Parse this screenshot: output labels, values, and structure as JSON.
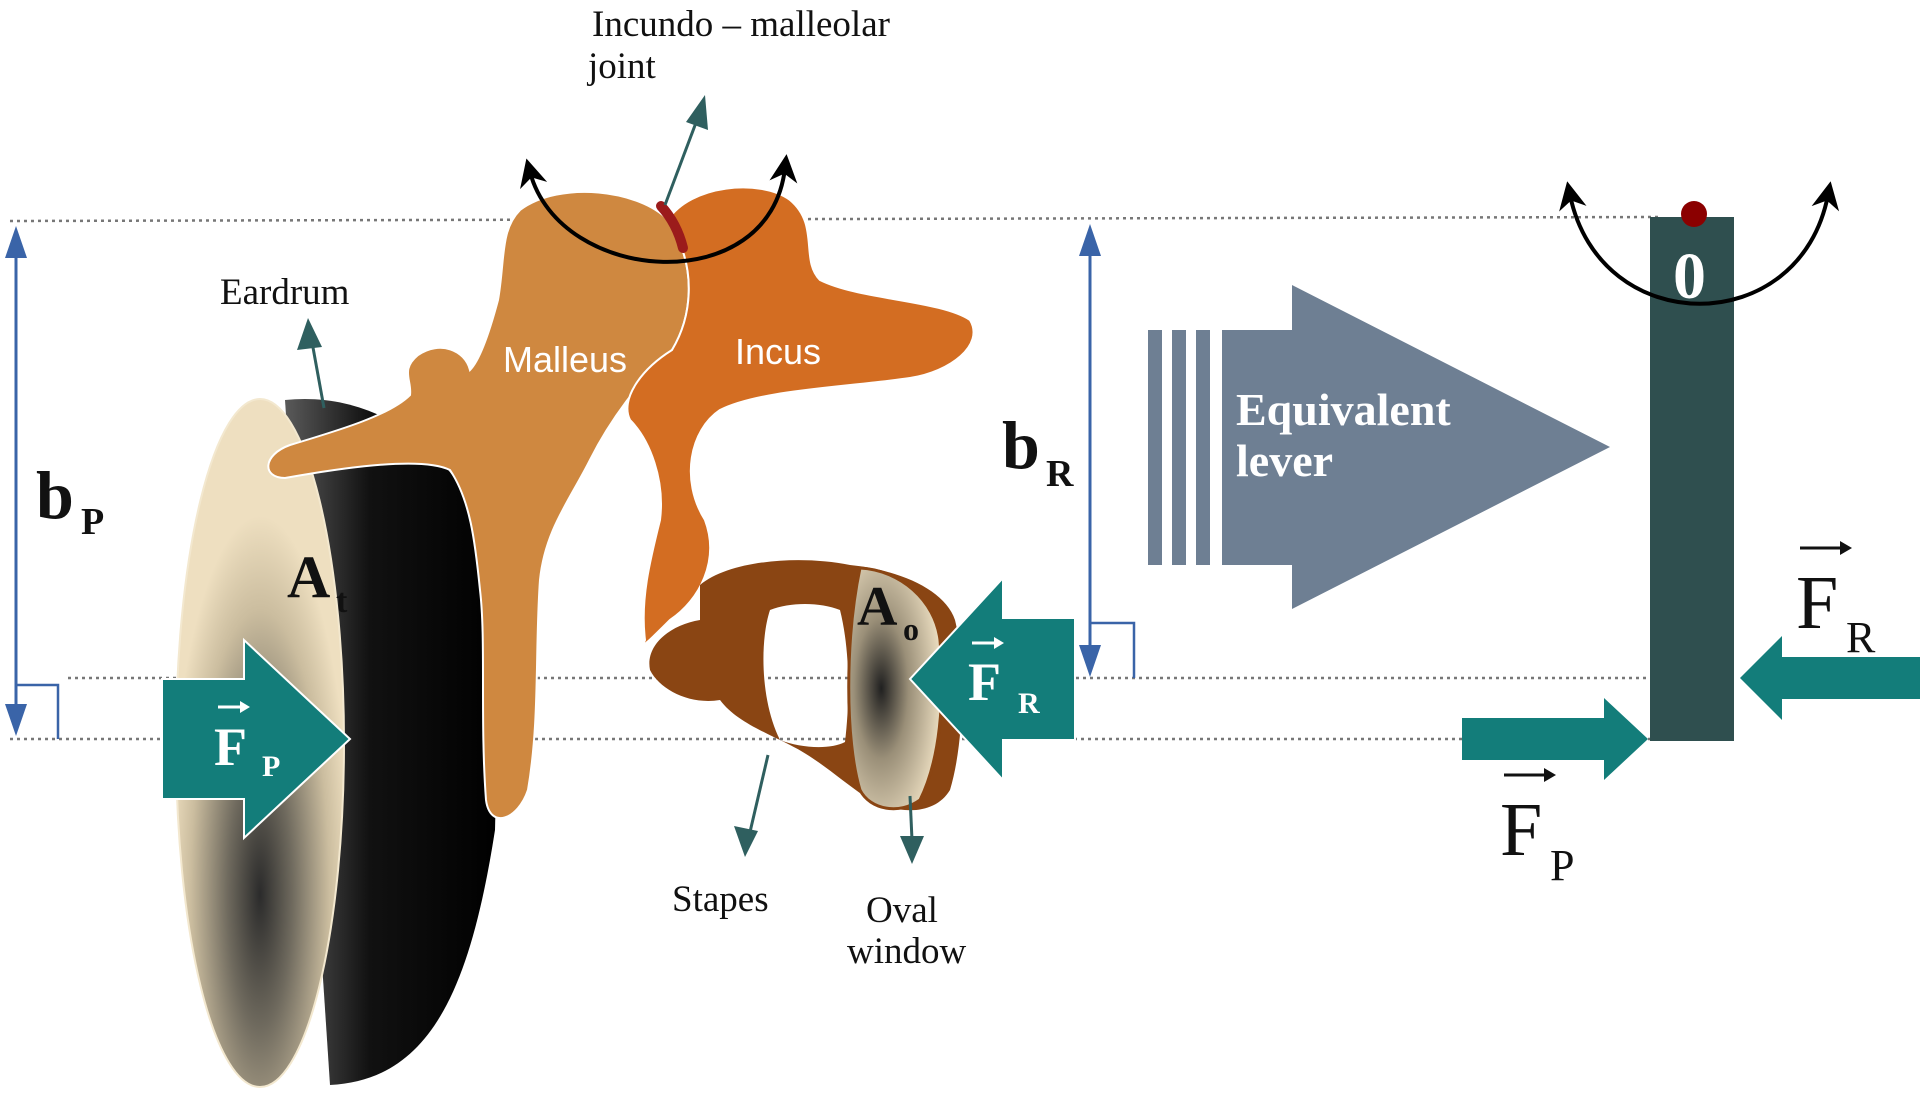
{
  "labels": {
    "joint_line1": "Incundo – malleolar",
    "joint_line2": "joint",
    "eardrum": "Eardrum",
    "malleus": "Malleus",
    "incus": "Incus",
    "stapes": "Stapes",
    "oval_line1": "Oval",
    "oval_line2": "window",
    "equiv_line1": "Equivalent",
    "equiv_line2": "lever",
    "pivot": "0"
  },
  "symbols": {
    "bp_main": "b",
    "bp_sub": "P",
    "br_main": "b",
    "br_sub": "R",
    "at_main": "A",
    "at_sub": "t",
    "ao_main": "A",
    "ao_sub": "o",
    "fp_main": "F",
    "fp_sub": "P",
    "fr_main": "F",
    "fr_sub": "R",
    "lever_fp_main": "F",
    "lever_fp_sub": "P",
    "lever_fr_main": "F",
    "lever_fr_sub": "R"
  },
  "colors": {
    "force_arrow": "#137d7a",
    "lever_bar": "#2f4f4f",
    "pivot_dot": "#8b0000",
    "malleus": "#cf8840",
    "incus": "#d36d22",
    "stapes": "#8a4513",
    "equivalent_arrow": "#6e7f93",
    "dimension": "#3a64a8",
    "pointer": "#2f5f5f",
    "joint_mark": "#9b1b1b"
  }
}
